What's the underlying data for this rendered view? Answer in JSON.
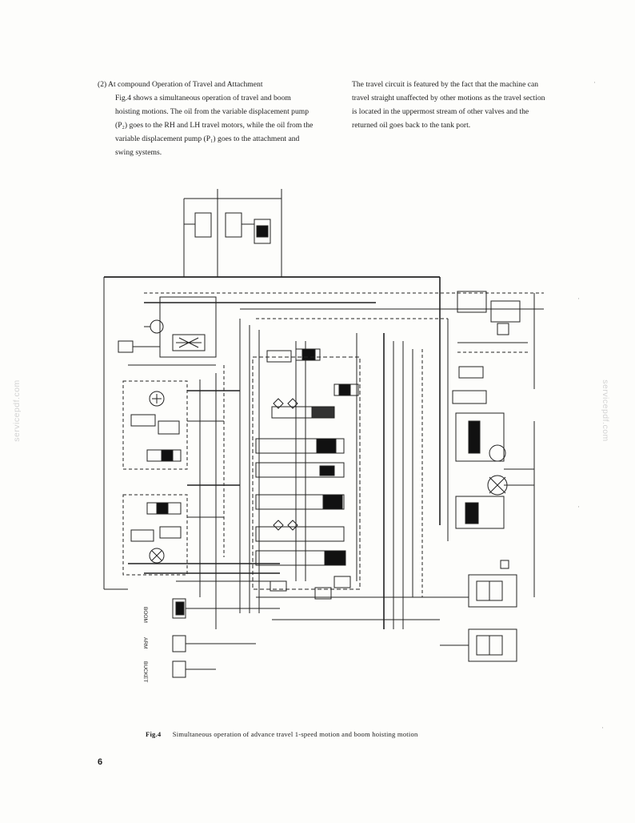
{
  "left_column": {
    "heading": "(2)  At compound Operation of Travel and Attachment",
    "body": "Fig.4 shows a simultaneous operation of travel and boom hoisting motions. The oil from the variable displacement pump (P₂) goes to the RH and LH travel motors, while the oil from the variable displacement pump (P₁) goes to the attachment and swing systems."
  },
  "right_column": {
    "body": "The travel circuit is featured by the fact that the machine can travel straight unaffected by other motions as the travel section is located in the uppermost stream of other valves and the returned oil goes back to the tank port."
  },
  "diagram": {
    "labels": {
      "boom": "BOOM",
      "arm": "ARM",
      "bucket": "BUCKET"
    }
  },
  "caption": {
    "fig": "Fig.4",
    "text": "Simultaneous operation of advance travel 1-speed motion and boom hoisting motion"
  },
  "page_number": "6",
  "watermark": "servicepdf.com"
}
